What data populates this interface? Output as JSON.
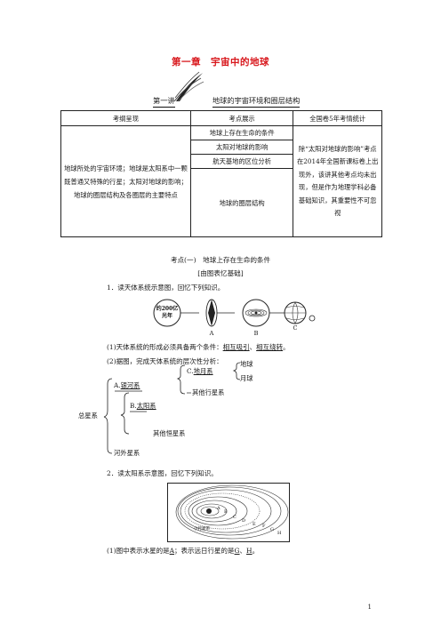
{
  "chapter_title": "第一章　宇宙中的地球",
  "lecture": {
    "number": "第一讲",
    "title": "地球的宇宙环境和圈层结构"
  },
  "overview_table": {
    "headers": [
      "考纲呈现",
      "考点展示",
      "全国卷5年考情统计"
    ],
    "outline": "地球所处的宇宙环境；地球是太阳系中一颗既普通又特殊的行星；太阳对地球的影响；地球的圈层结构及各圈层的主要特点",
    "points": [
      "地球上存在生命的条件",
      "太阳对地球的影响",
      "航天基地的区位分析",
      "地球的圈层结构"
    ],
    "stats": "除“太阳对地球的影响”考点在2014年全国新课标卷上出现外，该讲其他考点均未出现，但是作为地理学科必备基础知识，其重要性不可忽视"
  },
  "section": {
    "title": "考点(一)　地球上存在生命的条件",
    "subtitle": "[由图表忆基础]"
  },
  "q1": {
    "prompt": "1．读天体系统示意图，回忆下列知识。",
    "diagram_label_line1": "约200亿",
    "diagram_label_line2": "光年",
    "diagram_letters": [
      "A",
      "B",
      "C"
    ],
    "item1_prefix": "(1)天体系统的形成必须具备两个条件：",
    "answer1": "相互吸引",
    "sep": "、",
    "answer2": "相互绕转",
    "end": "。",
    "item2": "(2)据图，完成天体系统的层次性分析："
  },
  "tree": {
    "root": "总星系",
    "a": "A.",
    "a_name": "银河系",
    "b": "B.",
    "b_name": "太阳系",
    "c": "C.",
    "c_name": "地月系",
    "earth": "地球",
    "moon": "月球",
    "other_planets": "其他行星系",
    "other_stars": "其他恒星系",
    "extragalactic": "河外星系"
  },
  "q2": {
    "prompt": "2．读太阳系示意图，回忆下列知识。",
    "orbit_labels": [
      "A",
      "B",
      "C",
      "D",
      "E",
      "F",
      "G",
      "H"
    ],
    "belt_label": "小行星带",
    "item1_prefix": "(1)图中表示水星的是",
    "ans_mercury": "A",
    "mid": "；表示远日行星的是",
    "ans_g": "G",
    "sep": "、",
    "ans_h": "H",
    "end": "。"
  },
  "page_number": "1",
  "colors": {
    "title_red": "#d8161b"
  }
}
